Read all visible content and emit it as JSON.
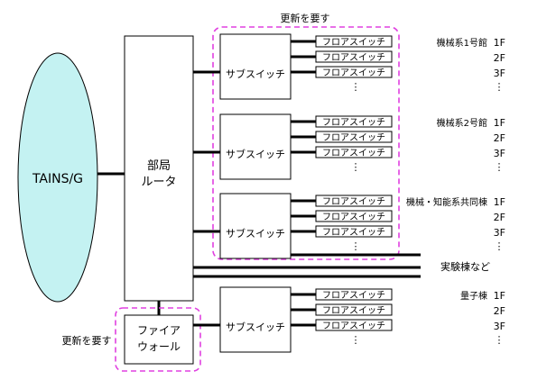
{
  "tains_label": "TAINS/G",
  "router_label": [
    "部局",
    "ルータ"
  ],
  "subswitch_label": "サブスイッチ",
  "floor_switch_label": "フロアスイッチ",
  "firewall_label": [
    "ファイア",
    "ウォール"
  ],
  "update_top_label": "更新を要す",
  "update_fw_label": "更新を要す",
  "ellipsis": "⋮",
  "floors": [
    "1F",
    "2F",
    "3F"
  ],
  "buildings": [
    {
      "name": "機械系1号館"
    },
    {
      "name": "機械系2号館"
    },
    {
      "name": "機械・知能系共同棟"
    },
    {
      "name": "量子棟"
    }
  ],
  "experiment_label": "実験棟など",
  "colors": {
    "tains_fill": "#c4f2f2",
    "highlight": "#e040e0",
    "line": "#000000"
  }
}
